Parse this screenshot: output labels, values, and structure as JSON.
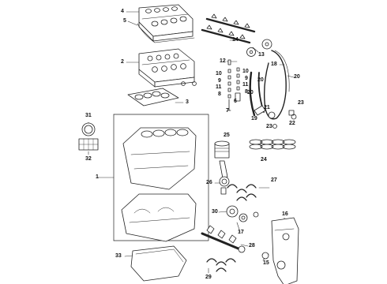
{
  "diagram": {
    "callouts": [
      {
        "id": "c4",
        "text": "4"
      },
      {
        "id": "c5",
        "text": "5"
      },
      {
        "id": "c14",
        "text": "14"
      },
      {
        "id": "c13",
        "text": "13"
      },
      {
        "id": "c2",
        "text": "2"
      },
      {
        "id": "c12",
        "text": "12"
      },
      {
        "id": "c18",
        "text": "18"
      },
      {
        "id": "c10",
        "text": "10"
      },
      {
        "id": "c9",
        "text": "9"
      },
      {
        "id": "c11",
        "text": "11"
      },
      {
        "id": "c8a",
        "text": "8"
      },
      {
        "id": "c10b",
        "text": "10"
      },
      {
        "id": "c9b",
        "text": "9"
      },
      {
        "id": "c11b",
        "text": "11"
      },
      {
        "id": "c8b",
        "text": "8"
      },
      {
        "id": "c6",
        "text": "6"
      },
      {
        "id": "c7",
        "text": "7"
      },
      {
        "id": "c20a",
        "text": "20"
      },
      {
        "id": "c20b",
        "text": "20"
      },
      {
        "id": "c20c",
        "text": "20"
      },
      {
        "id": "c3",
        "text": "3"
      },
      {
        "id": "c21",
        "text": "21"
      },
      {
        "id": "c23a",
        "text": "23"
      },
      {
        "id": "c23b",
        "text": "23"
      },
      {
        "id": "c22",
        "text": "22"
      },
      {
        "id": "c19",
        "text": "19"
      },
      {
        "id": "c31",
        "text": "31"
      },
      {
        "id": "c32",
        "text": "32"
      },
      {
        "id": "c25",
        "text": "25"
      },
      {
        "id": "c24",
        "text": "24"
      },
      {
        "id": "c1",
        "text": "1"
      },
      {
        "id": "c27",
        "text": "27"
      },
      {
        "id": "c26",
        "text": "26"
      },
      {
        "id": "c30",
        "text": "30"
      },
      {
        "id": "c17",
        "text": "17"
      },
      {
        "id": "c16",
        "text": "16"
      },
      {
        "id": "c28",
        "text": "28"
      },
      {
        "id": "c33",
        "text": "33"
      },
      {
        "id": "c15",
        "text": "15"
      },
      {
        "id": "c29",
        "text": "29"
      }
    ]
  }
}
